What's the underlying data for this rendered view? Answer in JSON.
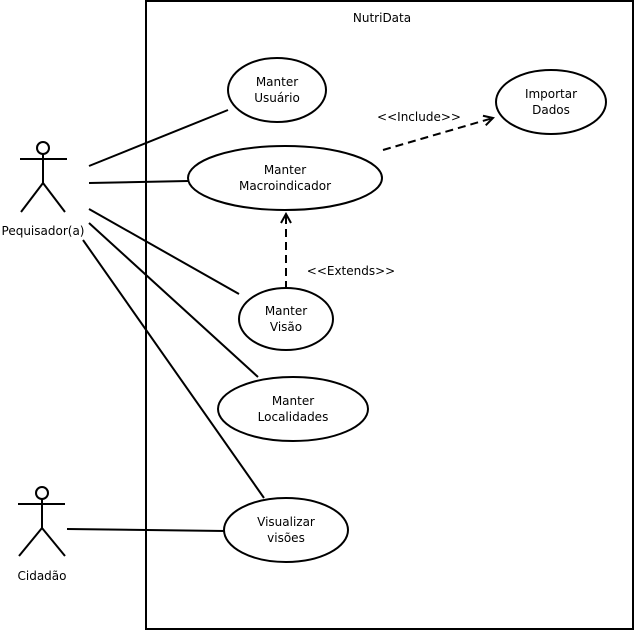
{
  "system": {
    "name": "NutriData"
  },
  "actors": [
    {
      "id": "pesquisador",
      "label": "Pequisador(a)"
    },
    {
      "id": "cidadao",
      "label": "Cidadão"
    }
  ],
  "use_cases": [
    {
      "id": "manter-usuario",
      "lines": [
        "Manter",
        "Usuário"
      ]
    },
    {
      "id": "manter-macroindicador",
      "lines": [
        "Manter",
        "Macroindicador"
      ]
    },
    {
      "id": "importar-dados",
      "lines": [
        "Importar",
        "Dados"
      ]
    },
    {
      "id": "manter-visao",
      "lines": [
        "Manter",
        "Visão"
      ]
    },
    {
      "id": "manter-localidades",
      "lines": [
        "Manter",
        "Localidades"
      ]
    },
    {
      "id": "visualizar-visoes",
      "lines": [
        "Visualizar",
        "visões"
      ]
    }
  ],
  "relationships": [
    {
      "id": "include",
      "label": "<<Include>>",
      "from": "manter-macroindicador",
      "to": "importar-dados"
    },
    {
      "id": "extends",
      "label": "<<Extends>>",
      "from": "manter-visao",
      "to": "manter-macroindicador"
    }
  ],
  "colors": {
    "line": "#000000",
    "background": "#ffffff"
  }
}
